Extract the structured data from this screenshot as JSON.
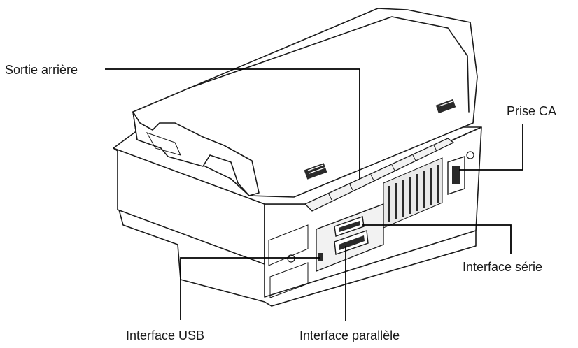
{
  "labels": {
    "rear_exit": "Sortie arrière",
    "ac_inlet": "Prise CA",
    "serial_interface": "Interface série",
    "usb_interface": "Interface USB",
    "parallel_interface": "Interface parallèle"
  },
  "colors": {
    "line": "#1a1a1a",
    "background": "#ffffff"
  }
}
